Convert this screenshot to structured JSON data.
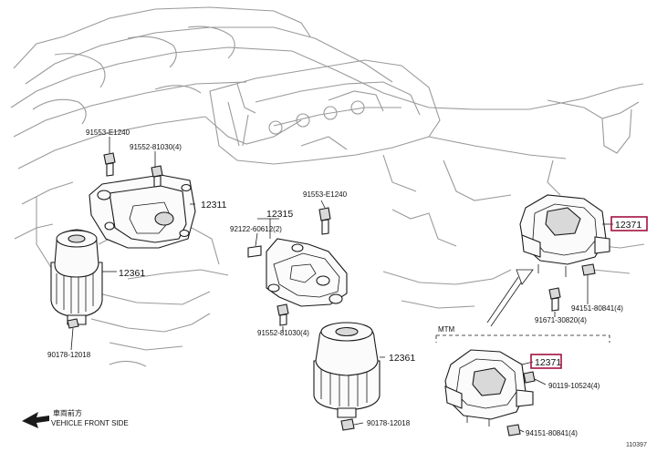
{
  "labels": {
    "p91553_top": "91553-E1240",
    "p91552_top": "91552-81030(4)",
    "p12311": "12311",
    "p12361_left": "12361",
    "p90178_left": "90178-12018",
    "p12315": "12315",
    "p91553_mid": "91553-E1240",
    "p92122": "92122-60612(2)",
    "p91552_mid": "91552-81030(4)",
    "p12361_mid": "12361",
    "p90178_mid": "90178-12018",
    "p12371_top": "12371",
    "p94151_top": "94151-80841(4)",
    "p91671": "91671-30820(4)",
    "mtm": "MTM",
    "p12371_bot": "12371",
    "p90119": "90119-10524(4)",
    "p94151_bot": "94151-80841(4)",
    "vehicle_jp": "車両前方",
    "vehicle_front": "VEHICLE FRONT SIDE",
    "figure_no": "110397"
  },
  "highlight_color": "#a4123f"
}
